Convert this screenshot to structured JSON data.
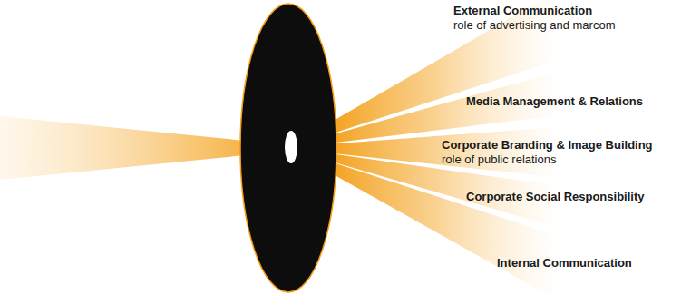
{
  "diagram": {
    "labels": [
      "External Communication",
      "role of advertising and marcom",
      "Media Management & Relations",
      "Corporate Branding & Image Building",
      "role of public relations",
      "Corporate Social Responsibility",
      "Internal Communication"
    ]
  }
}
